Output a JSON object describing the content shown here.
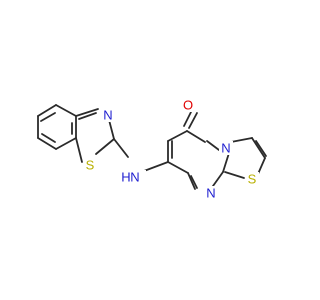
{
  "molecule": {
    "atoms": [
      {
        "id": "N1",
        "label": "N",
        "color": "#1f1fd0"
      },
      {
        "id": "S1",
        "label": "S",
        "color": "#b8b000"
      },
      {
        "id": "N2",
        "label": "N",
        "color": "#1f1fd0"
      },
      {
        "id": "H",
        "label": "H",
        "color": "#1f1fd0"
      },
      {
        "id": "O",
        "label": "O",
        "color": "#e00000"
      },
      {
        "id": "N3",
        "label": "N",
        "color": "#1f1fd0"
      },
      {
        "id": "N4",
        "label": "N",
        "color": "#1f1fd0"
      },
      {
        "id": "S2",
        "label": "S",
        "color": "#b8b000"
      }
    ],
    "bond_color": "#2b2b2b"
  }
}
